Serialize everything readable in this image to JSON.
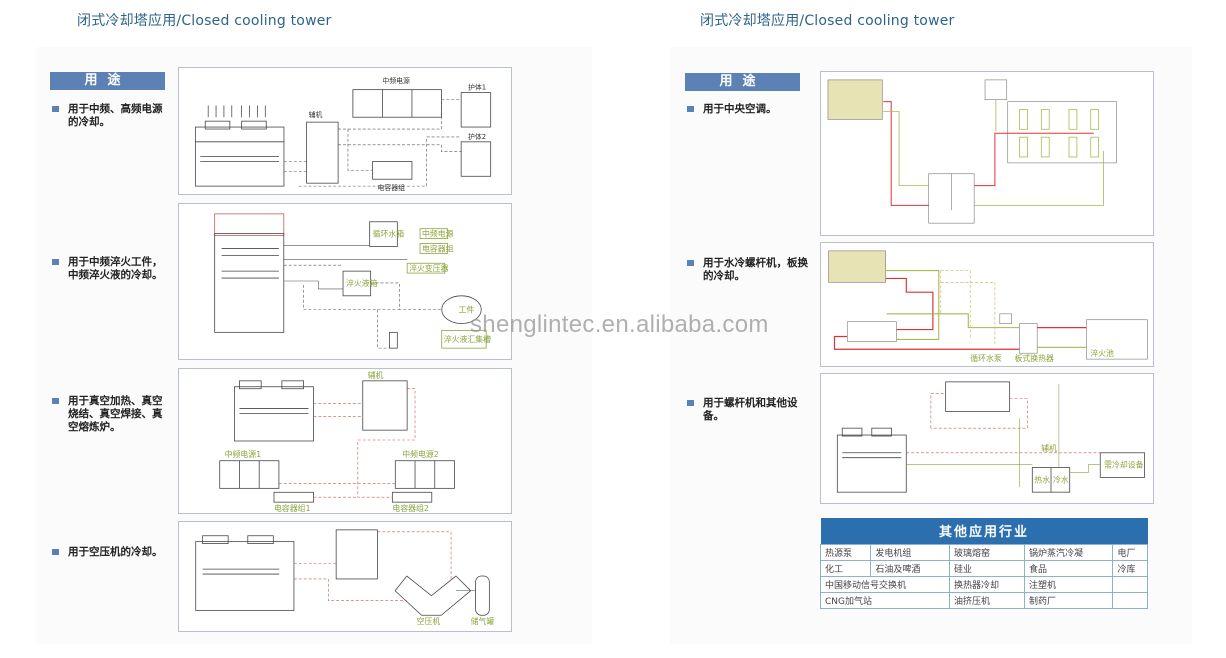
{
  "left_page": {
    "title": "闭式冷却塔应用/Closed cooling tower",
    "usage_header": "用途",
    "applications": [
      {
        "text": "用于中频、高频电源的冷却。",
        "diagram_labels": [
          "中频电源",
          "辅机",
          "护体1",
          "护体2",
          "电容器组"
        ]
      },
      {
        "text": "用于中频淬火工件，中频淬火液的冷却。",
        "diagram_labels": [
          "循环水箱",
          "中频电源",
          "电容器组",
          "淬火变压器",
          "淬火液箱",
          "工件",
          "淬火液汇集槽"
        ]
      },
      {
        "text": "用于真空加热、真空烧结、真空焊接、真空熔炼炉。",
        "diagram_labels": [
          "辅机",
          "中频电源1",
          "中频电源2",
          "电容器组1",
          "电容器组2"
        ]
      },
      {
        "text": "用于空压机的冷却。",
        "diagram_labels": [
          "空压机",
          "储气罐"
        ]
      }
    ]
  },
  "right_page": {
    "title": "闭式冷却塔应用/Closed cooling tower",
    "usage_header": "用途",
    "applications": [
      {
        "text": "用于中央空调。"
      },
      {
        "text": "用于水冷螺杆机，板换的冷却。",
        "diagram_labels": [
          "循环水泵",
          "板式换热器",
          "淬火池"
        ]
      },
      {
        "text": "用于螺杆机和其他设备。",
        "diagram_labels": [
          "辅机",
          "热水",
          "冷水",
          "需冷却设备"
        ]
      }
    ],
    "other_industries": {
      "title": "其他应用行业",
      "rows": [
        [
          "热源泵",
          "发电机组",
          "玻璃熔窑",
          "锅炉蒸汽冷凝",
          "电厂"
        ],
        [
          "化工",
          "石油及啤酒",
          "硅业",
          "食品",
          "冷库"
        ],
        [
          "中国移动信号交换机",
          "换热器冷却",
          "注塑机",
          ""
        ],
        [
          "CNG加气站",
          "油挤压机",
          "制药厂",
          ""
        ]
      ]
    }
  },
  "watermark": "shenglintec.en.alibaba.com",
  "colors": {
    "title": "#2e6489",
    "header_bg": "#5b81b5",
    "table_header": "#2b6fae"
  }
}
